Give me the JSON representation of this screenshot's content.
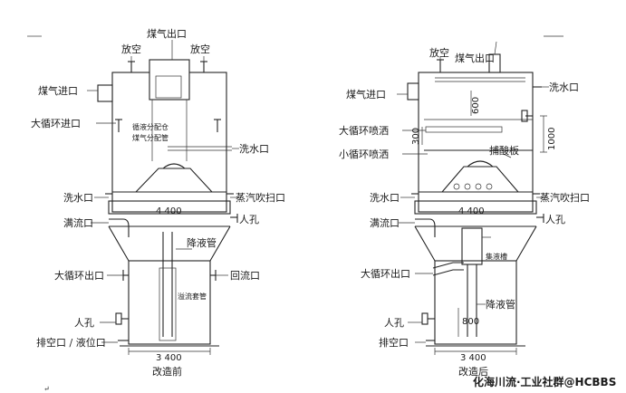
{
  "before": {
    "caption": "改造前",
    "labels": {
      "gas_outlet": "煤气出口",
      "vent_left": "放空",
      "vent_right": "放空",
      "gas_inlet": "煤气进口",
      "big_circ_inlet": "大循环进口",
      "distributor_note_1": "循液分配仓",
      "distributor_note_2": "煤气分配管",
      "wash_water_outlet": "洗水口",
      "wash_water_port": "洗水口",
      "steam_purge_port": "蒸汽吹扫口",
      "dimension_top": "4 400",
      "overflow_port": "满流口",
      "manhole_top": "人孔",
      "downcomer": "降液管",
      "big_circ_outlet": "大循环出口",
      "return_port": "回流口",
      "downcomer_sleeve": "溢流套管",
      "manhole_bottom": "人孔",
      "drain_level_port": "排空口 / 液位口",
      "dimension_bottom": "3 400"
    }
  },
  "after": {
    "caption": "改造后",
    "labels": {
      "vent": "放空",
      "gas_outlet": "煤气出口",
      "gas_inlet": "煤气进口",
      "wash_water_outlet": "洗水口",
      "big_circ_spray": "大循环喷洒",
      "small_circ_spray": "小循环喷洒",
      "acid_trap_plate": "捕酸板",
      "dim_600": "600",
      "dim_1000": "1000",
      "dim_300": "300",
      "wash_water_port": "洗水口",
      "steam_purge_port": "蒸汽吹扫口",
      "dimension_top": "4 400",
      "overflow_port": "满流口",
      "manhole_top": "人孔",
      "collecting_tank": "集液槽",
      "big_circ_outlet": "大循环出口",
      "downcomer": "降液管",
      "manhole_bottom": "人孔",
      "dim_800": "800",
      "drain_port": "排空口",
      "dimension_bottom": "3 400"
    }
  },
  "watermark": "化海川流·工业社群@HCBBS",
  "colors": {
    "line": "#222222",
    "text": "#1a1a1a",
    "background": "#ffffff"
  }
}
